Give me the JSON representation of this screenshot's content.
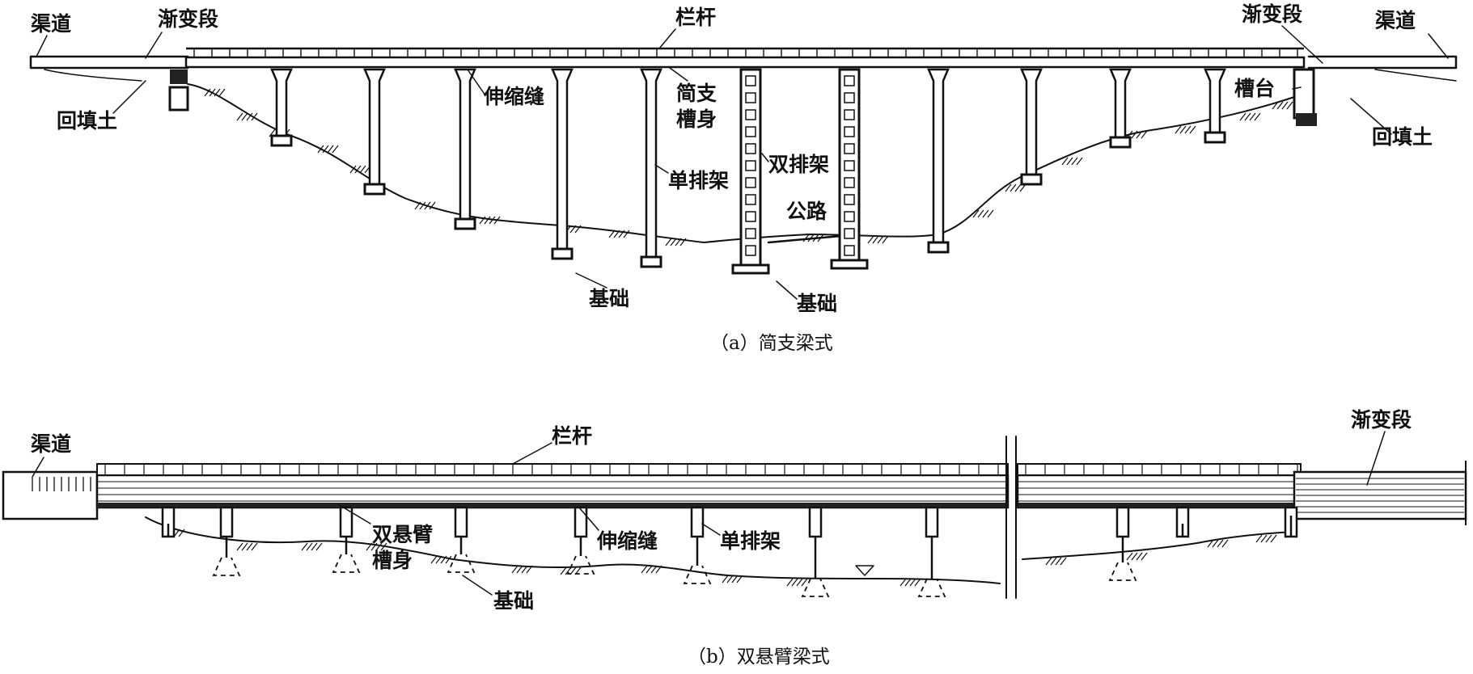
{
  "panel_a": {
    "caption": "（a）简支梁式",
    "labels": {
      "canal_left": "渠道",
      "transition_left": "渐变段",
      "railing": "栏杆",
      "transition_right": "渐变段",
      "canal_right": "渠道",
      "backfill_left": "回填土",
      "expansion_joint": "伸缩缝",
      "simply_supported_line1": "简支",
      "simply_supported_line2": "槽身",
      "double_frame": "双排架",
      "abutment": "槽台",
      "backfill_right": "回填土",
      "single_frame": "单排架",
      "road": "公路",
      "foundation_left": "基础",
      "foundation_right": "基础"
    }
  },
  "panel_b": {
    "caption": "（b）双悬臂梁式",
    "labels": {
      "canal": "渠道",
      "railing": "栏杆",
      "transition": "渐变段",
      "double_cantilever_line1": "双悬臂",
      "double_cantilever_line2": "槽身",
      "expansion_joint": "伸缩缝",
      "single_frame": "单排架",
      "foundation": "基础"
    }
  }
}
